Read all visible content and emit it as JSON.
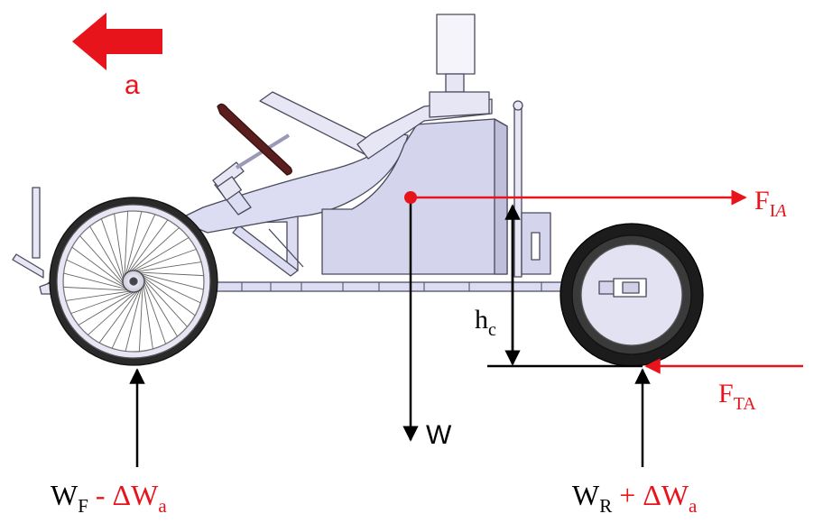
{
  "diagram": {
    "accel": {
      "label": "a"
    },
    "inertial_force": {
      "main": "F",
      "sub_roman": "I",
      "sub_italic": "A"
    },
    "traction_force": {
      "main": "F",
      "sub": "TA"
    },
    "cg_height": {
      "main": "h",
      "sub": "c"
    },
    "weight": {
      "label": "W"
    },
    "front_load": {
      "main": "W",
      "sub": "F",
      "op": " - ",
      "delta": "ΔW",
      "delta_sub": "a"
    },
    "rear_load": {
      "main": "W",
      "sub": "R",
      "op": " + ",
      "delta": "ΔW",
      "delta_sub": "a"
    },
    "colors": {
      "force_red": "#e8141b",
      "black": "#000000",
      "frame_fill": "#dcdcf2",
      "frame_stroke": "#4a4a5c",
      "tire": "#1c1c1c",
      "steering_wheel": "#5a1e1e"
    }
  }
}
